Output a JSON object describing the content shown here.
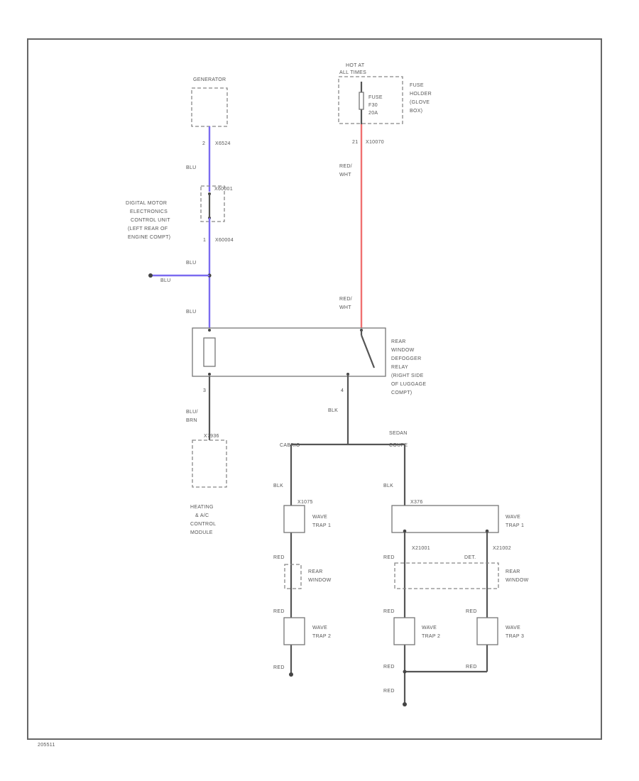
{
  "components": {
    "generator": "GENERATOR",
    "hot_at_all_times": [
      "HOT AT",
      "ALL TIMES"
    ],
    "fuse": [
      "FUSE",
      "F30",
      "20A"
    ],
    "fuse_holder": [
      "FUSE",
      "HOLDER",
      "(GLOVE",
      "BOX)"
    ],
    "dme": [
      "DIGITAL MOTOR",
      "ELECTRONICS",
      "CONTROL UNIT",
      "(LEFT REAR OF",
      "ENGINE COMPT)"
    ],
    "relay": [
      "REAR",
      "WINDOW",
      "DEFOGGER",
      "RELAY",
      "(RIGHT SIDE",
      "OF LUGGAGE",
      "COMPT)"
    ],
    "hvac": [
      "HEATING",
      "& A/C",
      "CONTROL",
      "MODULE"
    ],
    "rear_window": [
      "REAR",
      "WINDOW"
    ],
    "wave_trap_1": [
      "WAVE",
      "TRAP 1"
    ],
    "wave_trap_2": [
      "WAVE",
      "TRAP 2"
    ],
    "wave_trap_3": [
      "WAVE",
      "TRAP 3"
    ]
  },
  "wires": {
    "blu": "BLU",
    "red_wht": [
      "RED/",
      "WHT"
    ],
    "blu_brn": [
      "BLU/",
      "BRN"
    ],
    "blk": "BLK",
    "red": "RED"
  },
  "connectors": {
    "gen_pin": "2",
    "gen_conn": "X6524",
    "fuse_pin": "21",
    "fuse_conn": "X10070",
    "dme_top": "X60001",
    "dme_pin": "1",
    "dme_bottom": "X60004",
    "relay_pin_left": "3",
    "relay_pin_right": "4",
    "hvac_conn": "X7936",
    "coupe_branch": "CABRIO",
    "sedan_branch": [
      "SEDAN",
      "COUPE"
    ],
    "left_trap_conn": "X1075",
    "right_trap_conn": "X376",
    "rw_conn_1": "X21001",
    "rw_conn_2": "X21002",
    "det": "DET."
  },
  "footer_id": "205511"
}
